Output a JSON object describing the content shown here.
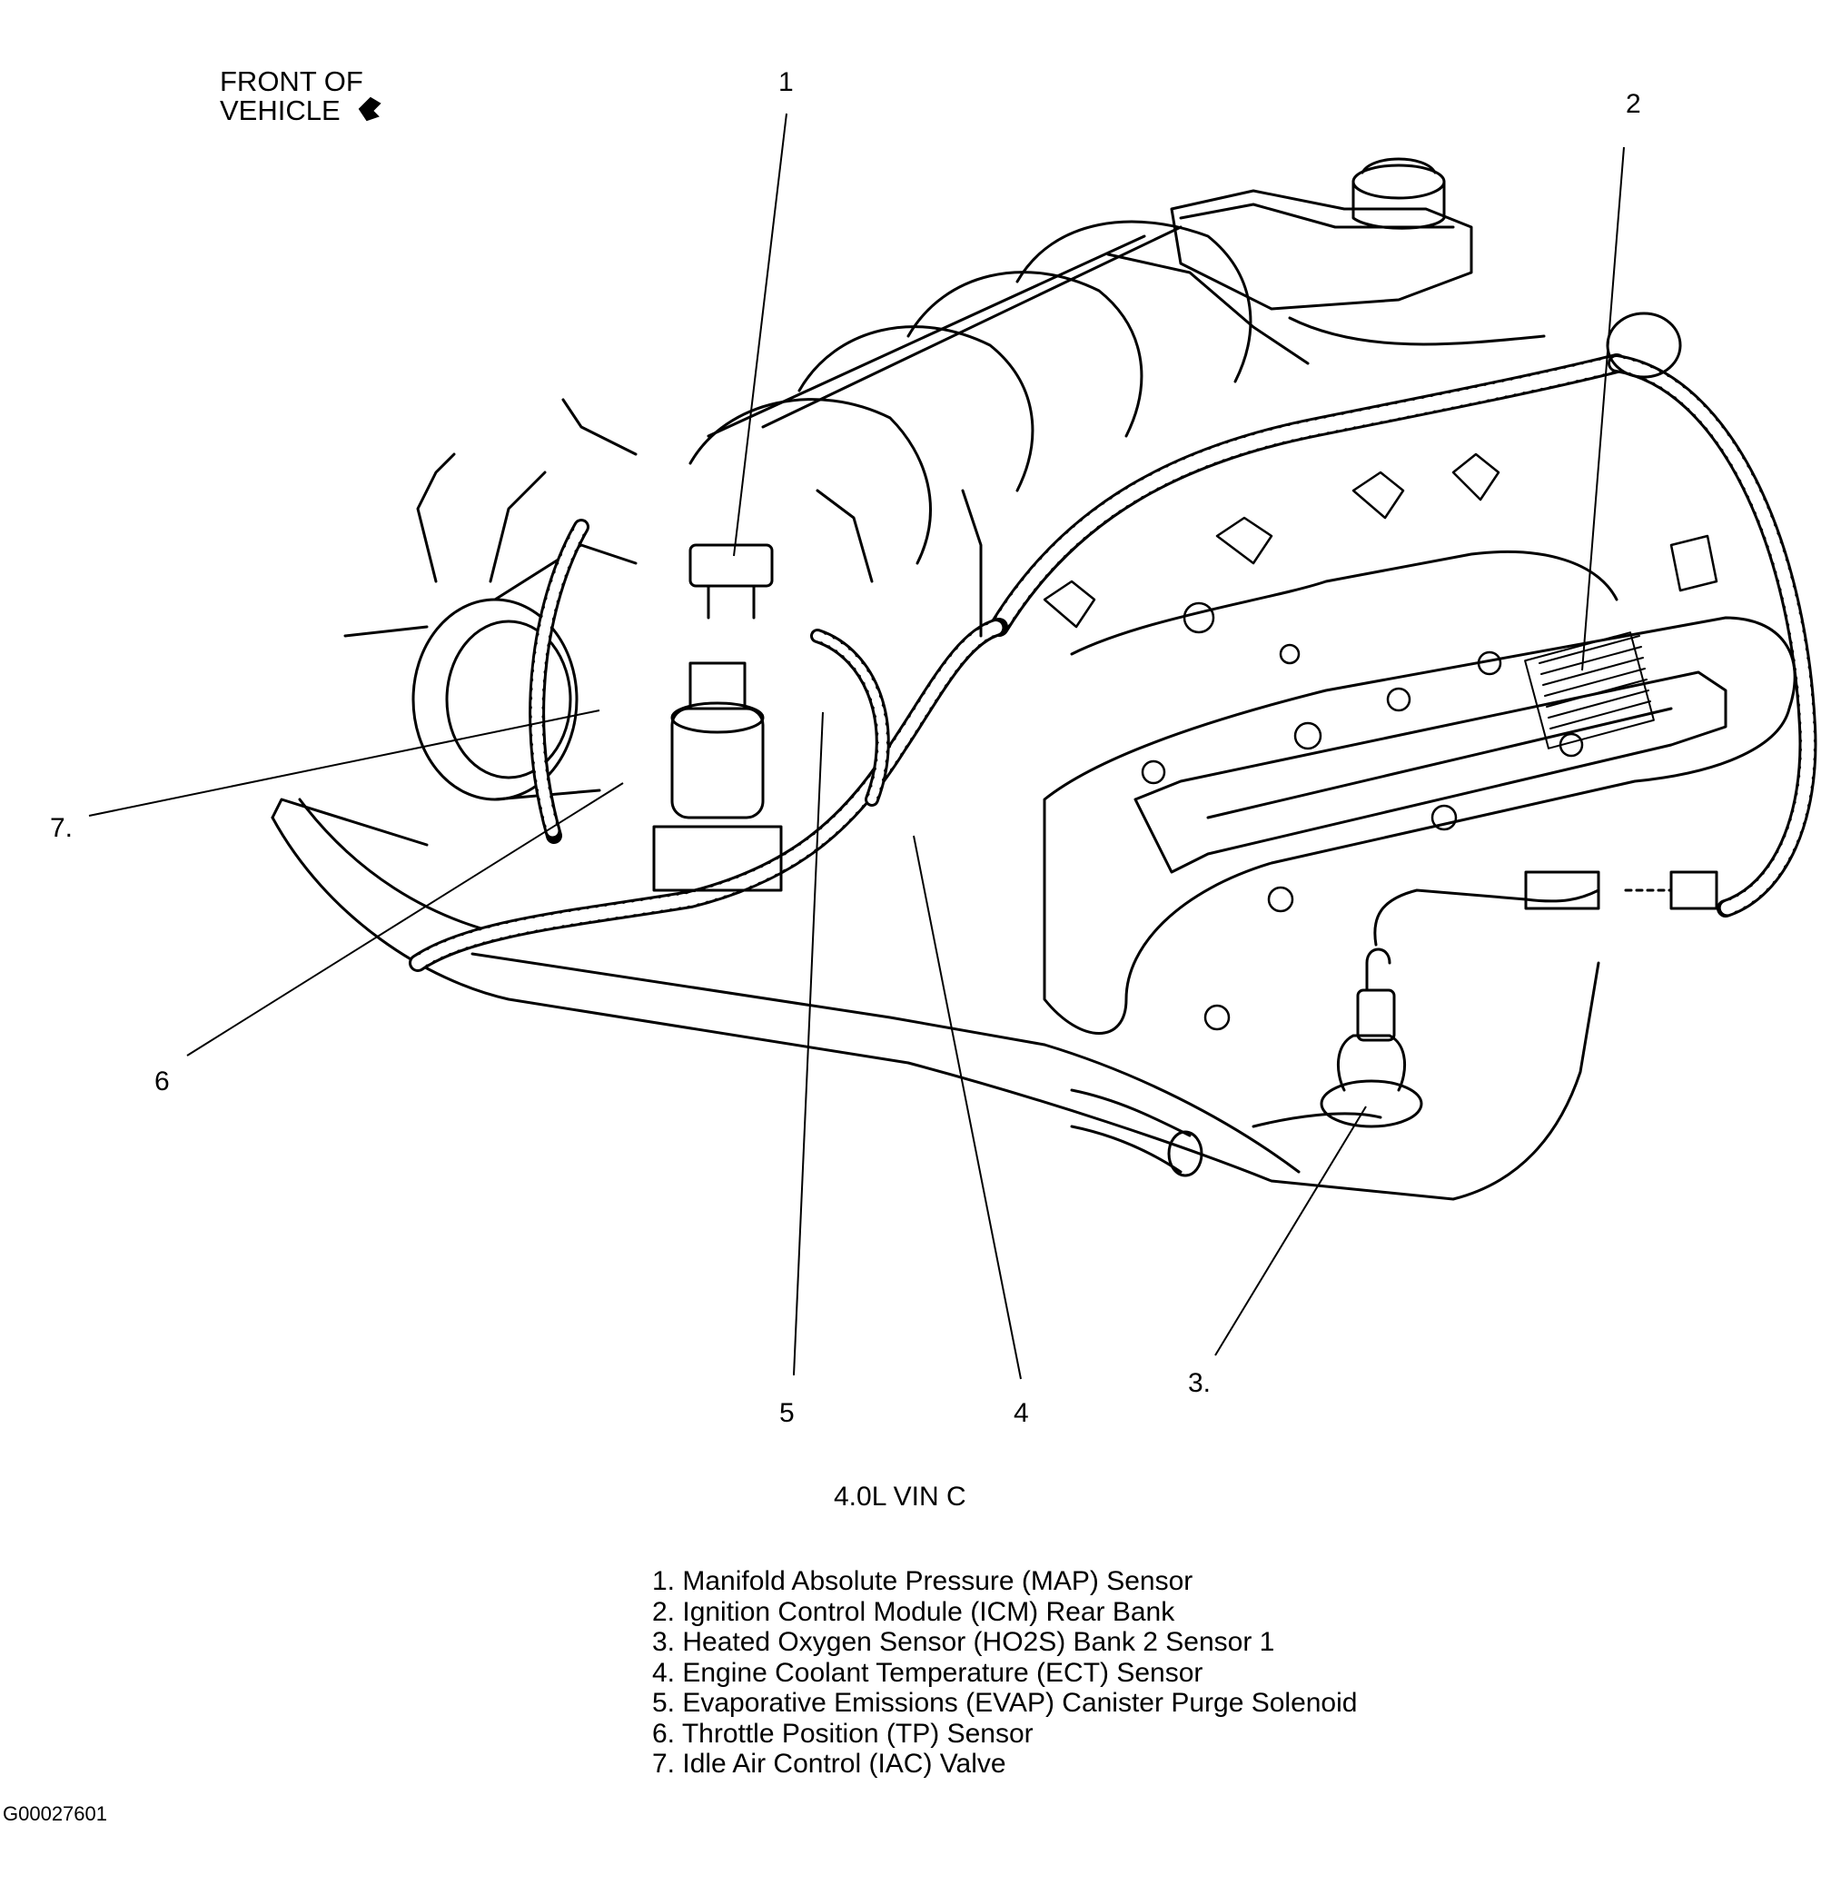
{
  "header": {
    "front_line1": "FRONT OF",
    "front_line2": "VEHICLE"
  },
  "callouts": [
    "1",
    "2",
    "3.",
    "4",
    "5",
    "6",
    "7."
  ],
  "engine_title": "4.0L VIN C",
  "legend": [
    "1. Manifold Absolute Pressure (MAP) Sensor",
    "2. Ignition Control Module (ICM) Rear Bank",
    "3. Heated Oxygen Sensor (HO2S) Bank 2 Sensor 1",
    "4. Engine Coolant Temperature (ECT) Sensor",
    "5. Evaporative Emissions (EVAP) Canister Purge Solenoid",
    "6. Throttle Position (TP) Sensor",
    "7. Idle Air Control (IAC) Valve"
  ],
  "figure_id": "G00027601",
  "colors": {
    "ink": "#000000",
    "paper": "#ffffff"
  }
}
